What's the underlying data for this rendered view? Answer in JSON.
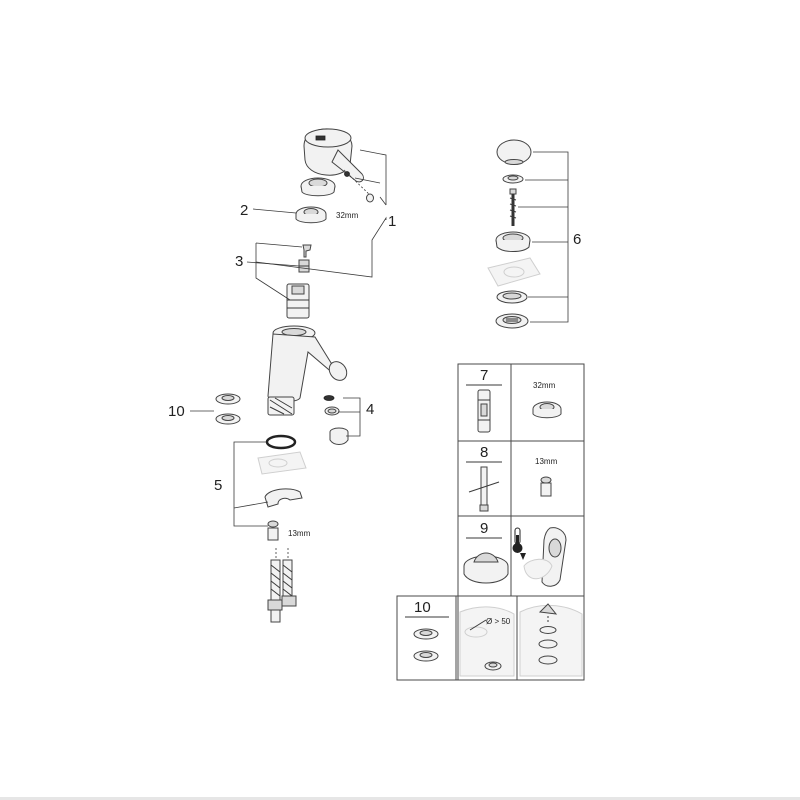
{
  "callouts": {
    "c1": "1",
    "c2": "2",
    "c3": "3",
    "c4": "4",
    "c5": "5",
    "c6": "6",
    "c10": "10"
  },
  "measurements": {
    "seat_nut": "32mm",
    "connector": "13mm"
  },
  "tools_table": {
    "row7": {
      "label": "7",
      "size": "32mm"
    },
    "row8": {
      "label": "8",
      "size": "13mm"
    },
    "row9": {
      "label": "9"
    },
    "row10": {
      "label": "10",
      "hole_note": "Ø > 50"
    }
  }
}
